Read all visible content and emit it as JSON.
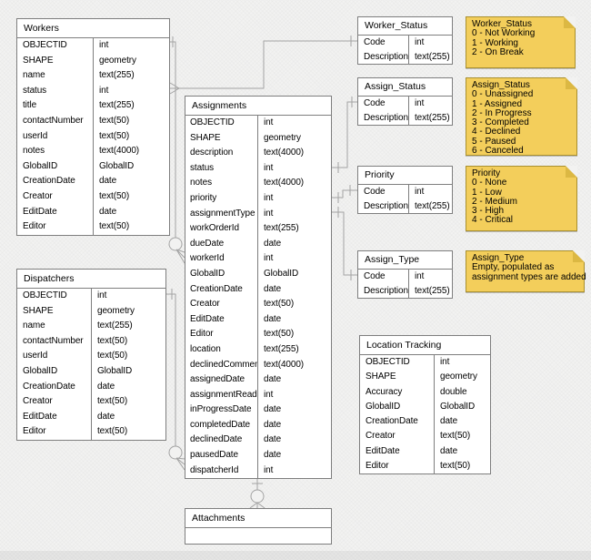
{
  "colors": {
    "background": "#F2F2F1",
    "table_fill": "#FFFFFF",
    "table_border": "#7E7E7E",
    "connector": "#A3A3A3",
    "note_fill": "#F3CE5B",
    "note_border": "#A9902F",
    "note_fold": "#DCB843",
    "text": "#000000"
  },
  "tables": {
    "workers": {
      "title": "Workers",
      "fields": [
        {
          "n": "OBJECTID",
          "t": "int"
        },
        {
          "n": "SHAPE",
          "t": "geometry"
        },
        {
          "n": "name",
          "t": "text(255)"
        },
        {
          "n": "status",
          "t": "int"
        },
        {
          "n": "title",
          "t": "text(255)"
        },
        {
          "n": "contactNumber",
          "t": "text(50)"
        },
        {
          "n": "userId",
          "t": "text(50)"
        },
        {
          "n": "notes",
          "t": "text(4000)"
        },
        {
          "n": "GlobalID",
          "t": "GlobalID"
        },
        {
          "n": "CreationDate",
          "t": "date"
        },
        {
          "n": "Creator",
          "t": "text(50)"
        },
        {
          "n": "EditDate",
          "t": "date"
        },
        {
          "n": "Editor",
          "t": "text(50)"
        }
      ]
    },
    "dispatchers": {
      "title": "Dispatchers",
      "fields": [
        {
          "n": "OBJECTID",
          "t": "int"
        },
        {
          "n": "SHAPE",
          "t": "geometry"
        },
        {
          "n": "name",
          "t": "text(255)"
        },
        {
          "n": "contactNumber",
          "t": "text(50)"
        },
        {
          "n": "userId",
          "t": "text(50)"
        },
        {
          "n": "GlobalID",
          "t": "GlobalID"
        },
        {
          "n": "CreationDate",
          "t": "date"
        },
        {
          "n": "Creator",
          "t": "text(50)"
        },
        {
          "n": "EditDate",
          "t": "date"
        },
        {
          "n": "Editor",
          "t": "text(50)"
        }
      ]
    },
    "assignments": {
      "title": "Assignments",
      "fields": [
        {
          "n": "OBJECTID",
          "t": "int"
        },
        {
          "n": "SHAPE",
          "t": "geometry"
        },
        {
          "n": "description",
          "t": "text(4000)"
        },
        {
          "n": "status",
          "t": "int"
        },
        {
          "n": "notes",
          "t": "text(4000)"
        },
        {
          "n": "priority",
          "t": "int"
        },
        {
          "n": "assignmentType",
          "t": "int"
        },
        {
          "n": "workOrderId",
          "t": "text(255)"
        },
        {
          "n": "dueDate",
          "t": "date"
        },
        {
          "n": "workerId",
          "t": "int"
        },
        {
          "n": "GlobalID",
          "t": "GlobalID"
        },
        {
          "n": "CreationDate",
          "t": "date"
        },
        {
          "n": "Creator",
          "t": "text(50)"
        },
        {
          "n": "EditDate",
          "t": "date"
        },
        {
          "n": "Editor",
          "t": "text(50)"
        },
        {
          "n": "location",
          "t": "text(255)"
        },
        {
          "n": "declinedComment",
          "t": "text(4000)"
        },
        {
          "n": "assignedDate",
          "t": "date"
        },
        {
          "n": "assignmentRead",
          "t": "int"
        },
        {
          "n": "inProgressDate",
          "t": "date"
        },
        {
          "n": "completedDate",
          "t": "date"
        },
        {
          "n": "declinedDate",
          "t": "date"
        },
        {
          "n": "pausedDate",
          "t": "date"
        },
        {
          "n": "dispatcherId",
          "t": "int"
        }
      ]
    },
    "worker_status": {
      "title": "Worker_Status",
      "fields": [
        {
          "n": "Code",
          "t": "int"
        },
        {
          "n": "Description",
          "t": "text(255)"
        }
      ]
    },
    "assign_status": {
      "title": "Assign_Status",
      "fields": [
        {
          "n": "Code",
          "t": "int"
        },
        {
          "n": "Description",
          "t": "text(255)"
        }
      ]
    },
    "priority": {
      "title": "Priority",
      "fields": [
        {
          "n": "Code",
          "t": "int"
        },
        {
          "n": "Description",
          "t": "text(255)"
        }
      ]
    },
    "assign_type": {
      "title": "Assign_Type",
      "fields": [
        {
          "n": "Code",
          "t": "int"
        },
        {
          "n": "Description",
          "t": "text(255)"
        }
      ]
    },
    "location_tracking": {
      "title": "Location Tracking",
      "fields": [
        {
          "n": "OBJECTID",
          "t": "int"
        },
        {
          "n": "SHAPE",
          "t": "geometry"
        },
        {
          "n": "Accuracy",
          "t": "double"
        },
        {
          "n": "GlobalID",
          "t": "GlobalID"
        },
        {
          "n": "CreationDate",
          "t": "date"
        },
        {
          "n": "Creator",
          "t": "text(50)"
        },
        {
          "n": "EditDate",
          "t": "date"
        },
        {
          "n": "Editor",
          "t": "text(50)"
        }
      ]
    },
    "attachments": {
      "title": "Attachments",
      "fields": []
    }
  },
  "notes": {
    "worker_status": {
      "title": "Worker_Status",
      "lines": [
        "0 - Not Working",
        "1 - Working",
        "2 - On Break"
      ]
    },
    "assign_status": {
      "title": "Assign_Status",
      "lines": [
        "0 - Unassigned",
        "1 - Assigned",
        "2 - In Progress",
        "3 - Completed",
        "4 - Declined",
        "5 - Paused",
        "6 - Canceled"
      ]
    },
    "priority": {
      "title": "Priority",
      "lines": [
        "0 - None",
        "1 - Low",
        "2 - Medium",
        "3 - High",
        "4 - Critical"
      ]
    },
    "assign_type": {
      "title": "Assign_Type",
      "lines": [
        "Empty, populated as",
        "assignment types are added"
      ]
    }
  },
  "relationships": [
    {
      "from": "Worker_Status.Code",
      "to": "Workers.status",
      "from_end": "one",
      "to_end": "many"
    },
    {
      "from": "Workers.OBJECTID",
      "to": "Assignments.workerId",
      "from_end": "one",
      "to_end": "zero-or-many"
    },
    {
      "from": "Dispatchers.OBJECTID",
      "to": "Assignments.dispatcherId",
      "from_end": "one",
      "to_end": "zero-or-many"
    },
    {
      "from": "Assign_Status.Code",
      "to": "Assignments.status",
      "from_end": "one",
      "to_end": "one"
    },
    {
      "from": "Priority.Code",
      "to": "Assignments.priority",
      "from_end": "one",
      "to_end": "one"
    },
    {
      "from": "Assign_Type.Code",
      "to": "Assignments.assignmentType",
      "from_end": "one",
      "to_end": "one"
    },
    {
      "from": "Assignments",
      "to": "Attachments",
      "from_end": "one",
      "to_end": "zero-or-many"
    }
  ]
}
